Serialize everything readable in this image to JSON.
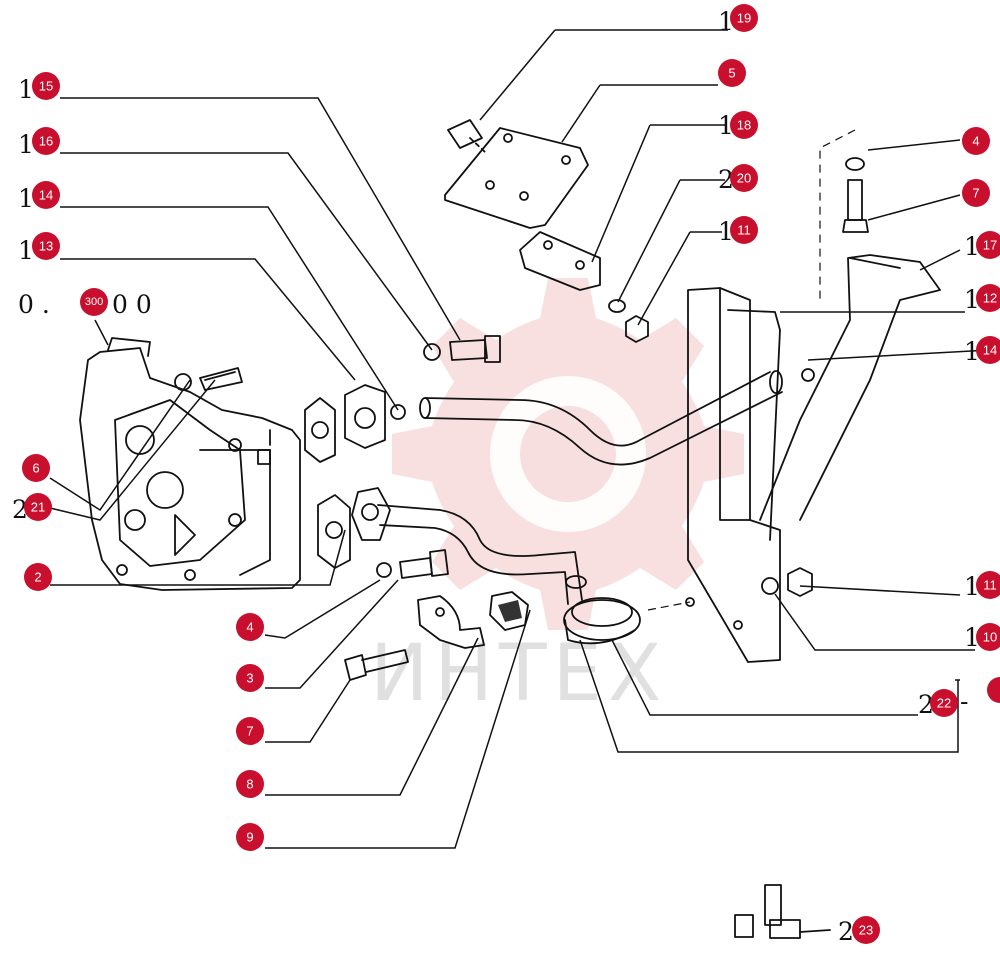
{
  "watermark": {
    "text": "ИНТЕХ"
  },
  "ref_prefix_digits": {
    "r15": "1",
    "r16": "1",
    "r14a": "1",
    "r13": "1",
    "r19": "1",
    "r18": "1",
    "r20": "2",
    "r11a": "1",
    "r17": "1",
    "r12": "1",
    "r14b": "1",
    "r11b": "1",
    "r10": "1",
    "r22": "2",
    "r21": "2",
    "r23": "2",
    "r300_left": "0 .",
    "r300_right": "0  0"
  },
  "callouts": [
    {
      "id": "c19",
      "label": "19"
    },
    {
      "id": "c5",
      "label": "5"
    },
    {
      "id": "c18",
      "label": "18"
    },
    {
      "id": "c20",
      "label": "20"
    },
    {
      "id": "c11a",
      "label": "11"
    },
    {
      "id": "c15",
      "label": "15"
    },
    {
      "id": "c16",
      "label": "16"
    },
    {
      "id": "c14a",
      "label": "14"
    },
    {
      "id": "c13",
      "label": "13"
    },
    {
      "id": "c300",
      "label": "300"
    },
    {
      "id": "c6",
      "label": "6"
    },
    {
      "id": "c21",
      "label": "21"
    },
    {
      "id": "c2",
      "label": "2"
    },
    {
      "id": "c4a",
      "label": "4"
    },
    {
      "id": "c7a",
      "label": "7"
    },
    {
      "id": "c17",
      "label": "17"
    },
    {
      "id": "c12",
      "label": "12"
    },
    {
      "id": "c14b",
      "label": "14"
    },
    {
      "id": "c11b",
      "label": "11"
    },
    {
      "id": "c10",
      "label": "10"
    },
    {
      "id": "c22",
      "label": "22"
    },
    {
      "id": "c4b",
      "label": "4"
    },
    {
      "id": "c3",
      "label": "3"
    },
    {
      "id": "c7b",
      "label": "7"
    },
    {
      "id": "c8",
      "label": "8"
    },
    {
      "id": "c9",
      "label": "9"
    },
    {
      "id": "c23",
      "label": "23"
    }
  ],
  "colors": {
    "callout": "#c8102e",
    "ink": "#111111",
    "watermark": "#f3c6c6"
  }
}
